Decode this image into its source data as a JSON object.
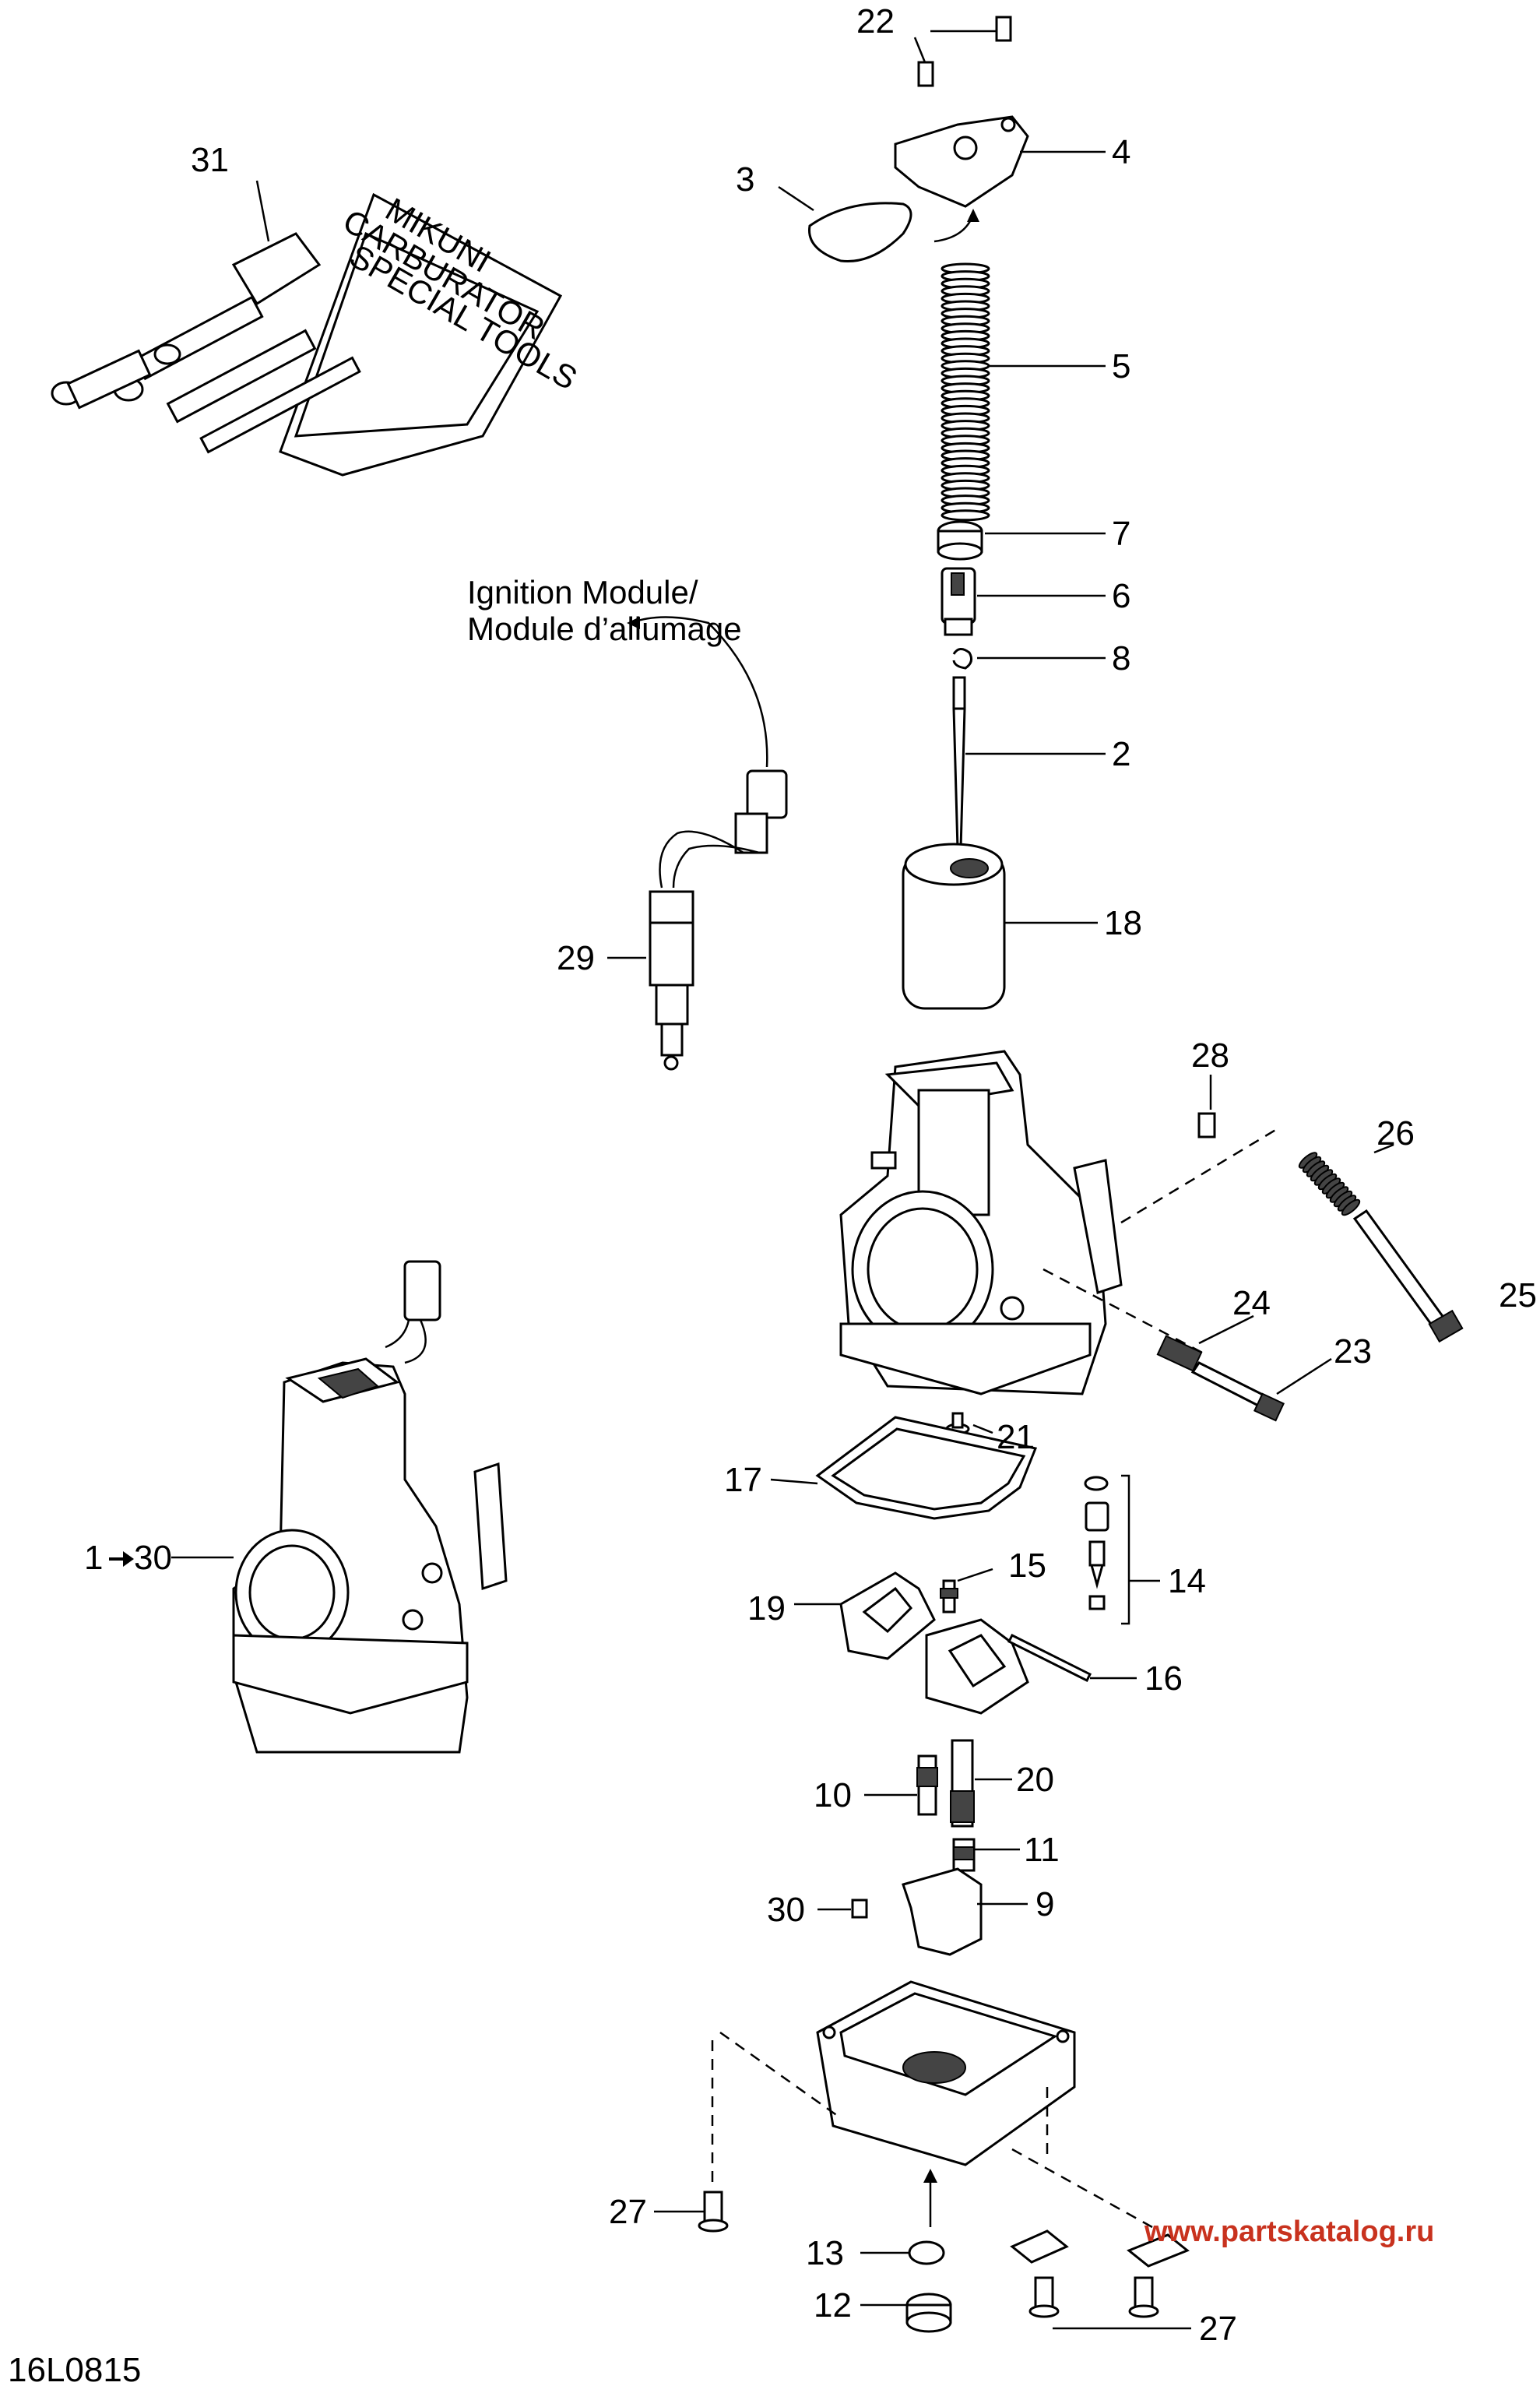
{
  "diagram": {
    "drawing_code": "16L0815",
    "watermark": "www.partskatalog.ru",
    "ignition_caption": [
      "Ignition Module/",
      "Module d’allumage"
    ],
    "tool_kit_text": [
      "MIKUNI",
      "CARBURATOR",
      "SPECIAL TOOLS"
    ],
    "callouts": {
      "c1": "1",
      "c30a": "30",
      "c2": "2",
      "c3": "3",
      "c4": "4",
      "c5": "5",
      "c6": "6",
      "c7": "7",
      "c8": "8",
      "c9": "9",
      "c10": "10",
      "c11": "11",
      "c12": "12",
      "c13": "13",
      "c14": "14",
      "c15": "15",
      "c16": "16",
      "c17": "17",
      "c18": "18",
      "c19": "19",
      "c20": "20",
      "c21": "21",
      "c22": "22",
      "c23": "23",
      "c24": "24",
      "c25": "25",
      "c26": "26",
      "c27a": "27",
      "c27b": "27",
      "c28": "28",
      "c29": "29",
      "c30": "30",
      "c31": "31"
    }
  }
}
